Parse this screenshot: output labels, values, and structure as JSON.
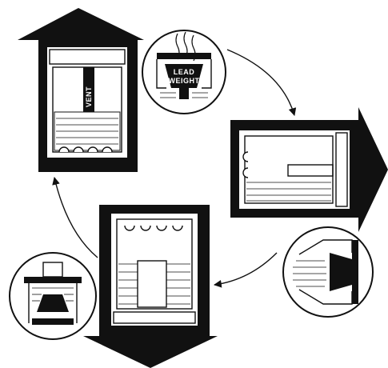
{
  "diagram": {
    "vent_label": "VENT",
    "valve_label_line1": "LEAD",
    "valve_label_line2": "WEIGHT"
  }
}
